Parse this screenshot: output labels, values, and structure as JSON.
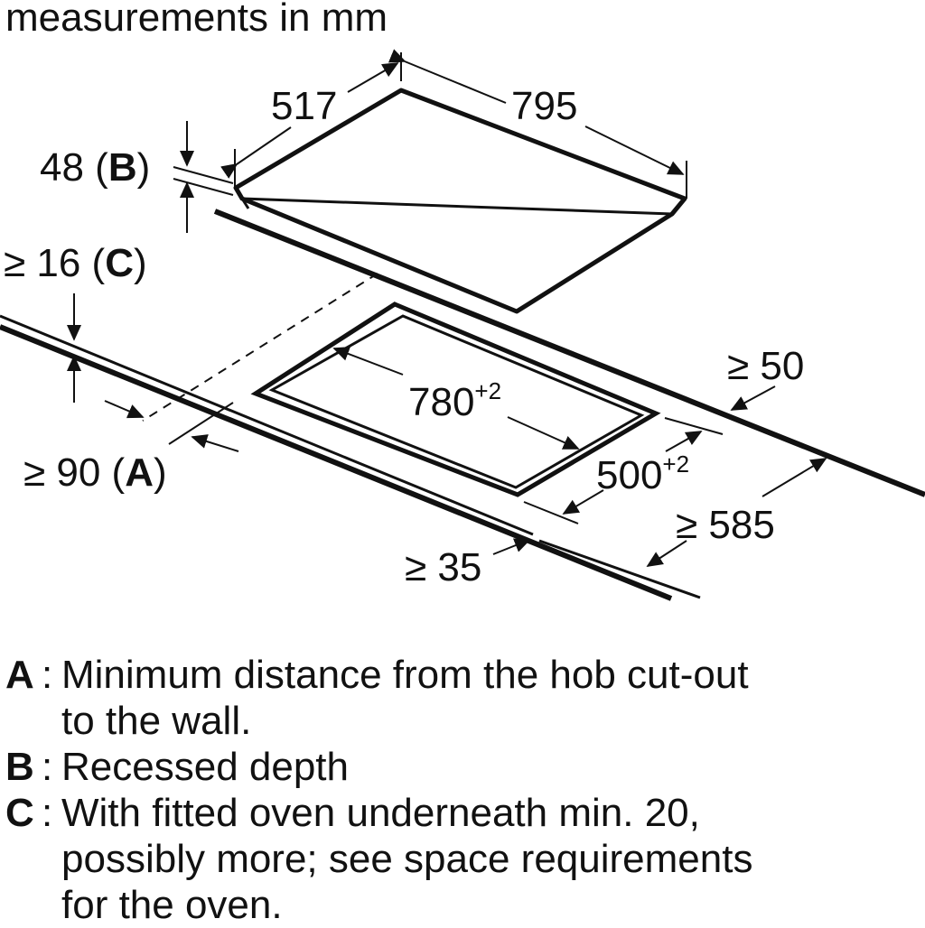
{
  "title": "measurements in mm",
  "dimensions": {
    "hob_width": "517",
    "hob_length": "795",
    "recessed_depth_value": "48",
    "recessed_depth_key": "B",
    "clearance_c_prefix": "≥ 16",
    "clearance_c_key": "C",
    "wall_distance_prefix": "≥ 90",
    "wall_distance_key": "A",
    "cutout_length": "780",
    "cutout_length_tol": "+2",
    "cutout_width": "500",
    "cutout_width_tol": "+2",
    "rear_clearance": "≥ 50",
    "worktop_depth": "≥ 585",
    "front_clearance": "≥ 35"
  },
  "legend": [
    {
      "key": "A",
      "text": "Minimum distance from the hob cut-out\nto the wall."
    },
    {
      "key": "B",
      "text": "Recessed depth"
    },
    {
      "key": "C",
      "text": "With fitted oven underneath min. 20,\npossibly more; see space requirements\nfor the oven."
    }
  ]
}
